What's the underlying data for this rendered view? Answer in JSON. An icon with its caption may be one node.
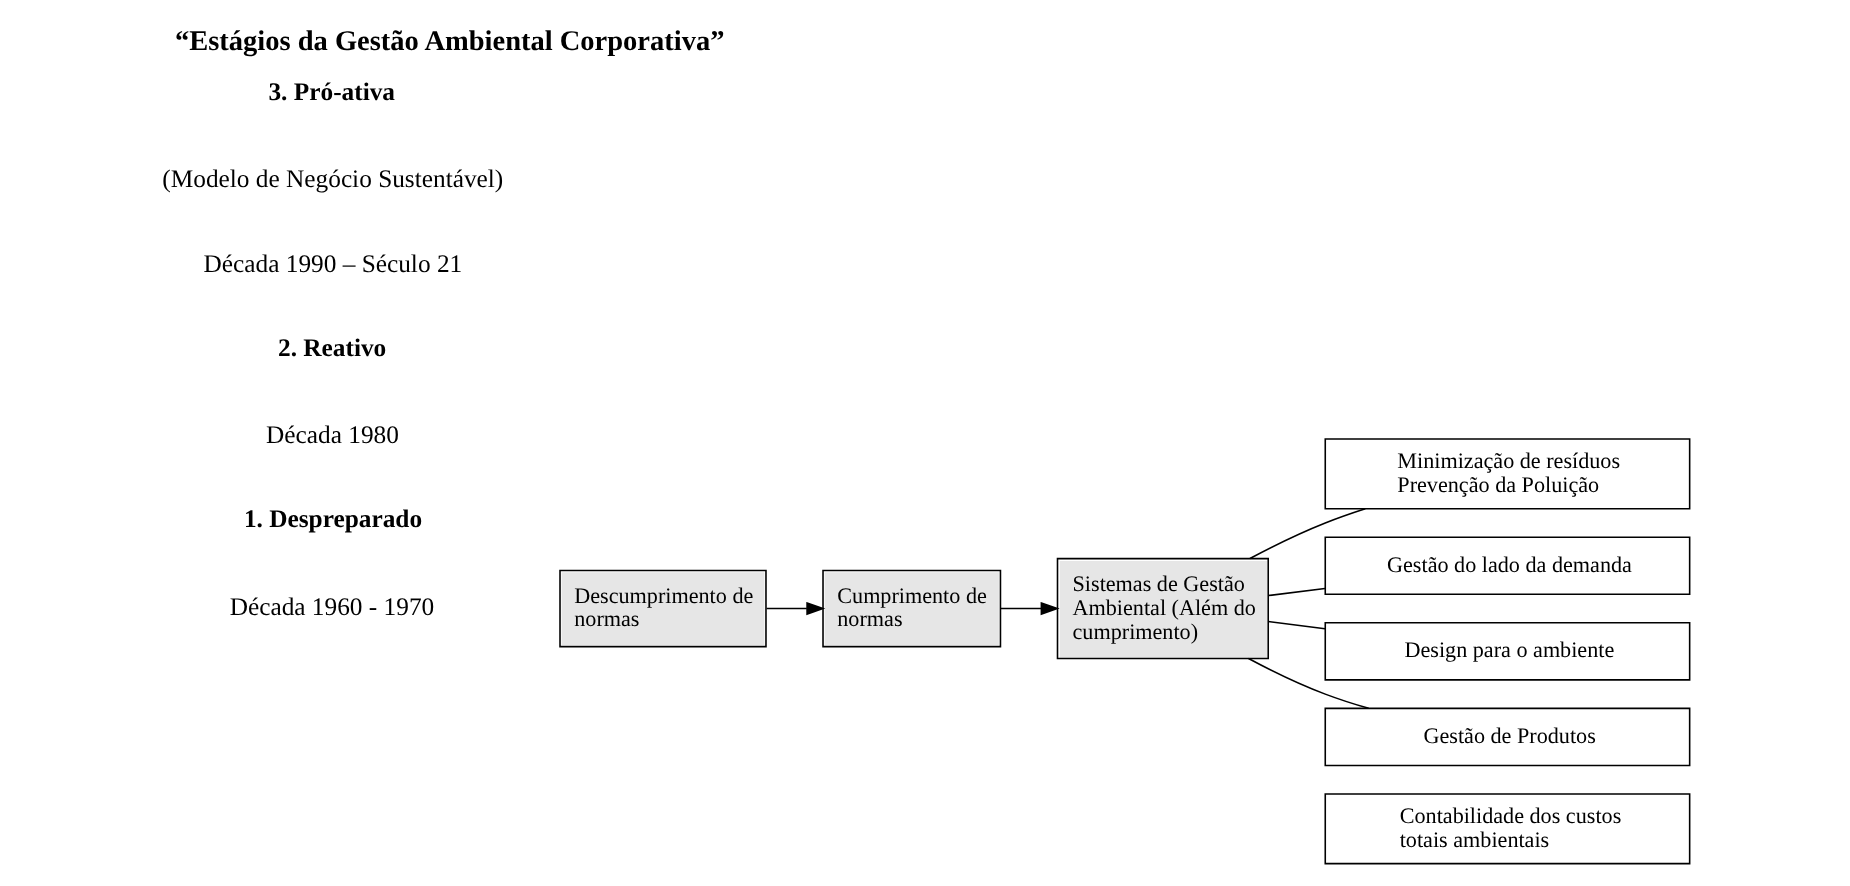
{
  "diagram": {
    "title": "“Estágios da Gestão Ambiental Corporativa”",
    "nodes": [
      {
        "text": [
          "Descumprimento de normas"
        ]
      },
      {
        "text": [
          "Cumprimento de normas"
        ]
      },
      {
        "text": [
          "Sistemas de Gestão Ambiental (Além do cumprimento)"
        ]
      },
      {
        "text": [
          "Minimização de resíduos",
          "Prevenção da Poluição"
        ]
      },
      {
        "text": [
          "Gestão do lado da demanda"
        ]
      },
      {
        "text": [
          "Design para o ambiente"
        ]
      },
      {
        "text": [
          "Gestão de Produtos"
        ]
      },
      {
        "text": [
          "Contabilidade dos custos totais ambientais"
        ]
      }
    ],
    "edges": [
      {
        "from": 0,
        "to": 1,
        "arrow": "to"
      },
      {
        "from": 1,
        "to": 2,
        "arrow": "to"
      },
      {
        "from": 2,
        "to": 3,
        "arrow": "none"
      },
      {
        "from": 2,
        "to": 4,
        "arrow": "none"
      },
      {
        "from": 2,
        "to": 5,
        "arrow": "none"
      },
      {
        "from": 2,
        "to": 6,
        "arrow": "none"
      }
    ],
    "labels": [
      "3. Pró-ativa",
      "(Modelo de Negócio Sustentável)",
      "Década 1990 – Século 21",
      "2. Reativo",
      "Década 1980",
      "1. Despreparado",
      "Década 1960 - 1970"
    ]
  }
}
